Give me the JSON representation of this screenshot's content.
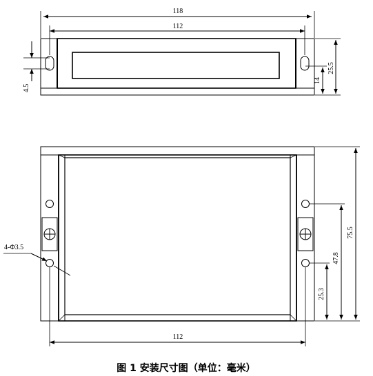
{
  "top_view": {
    "overall_width_label": "118",
    "hole_spacing_label": "112",
    "slot_width_label": "4.5",
    "height_label": "25.5",
    "base_height_label": "14"
  },
  "front_view": {
    "hole_spacing_label": "112",
    "hole_callout_label": "4-Φ3.5",
    "overall_height_label": "75.5",
    "upper_hole_label": "47.8",
    "lower_hole_label": "25.3"
  },
  "caption": "图 1 安装尺寸图（单位：毫米）"
}
